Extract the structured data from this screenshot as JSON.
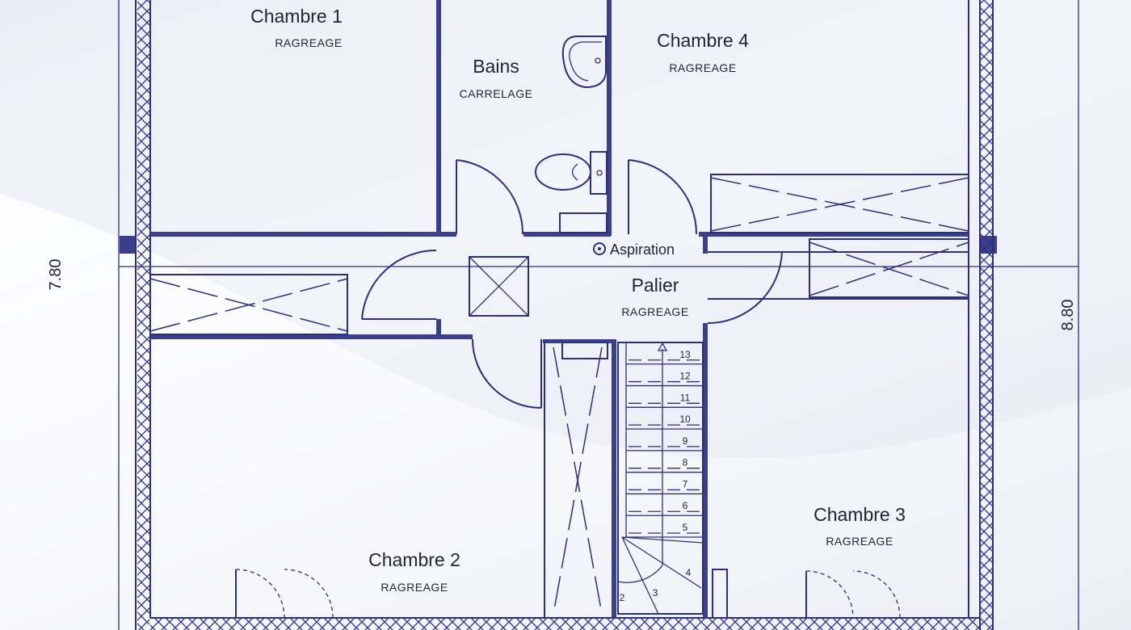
{
  "dimensions": {
    "left": "7.80",
    "right": "8.80"
  },
  "rooms": [
    {
      "name": "Chambre 1",
      "floor": "RAGREAGE"
    },
    {
      "name": "Bains",
      "floor": "CARRELAGE"
    },
    {
      "name": "Chambre 4",
      "floor": "RAGREAGE"
    },
    {
      "name": "Palier",
      "floor": "RAGREAGE"
    },
    {
      "name": "Chambre 2",
      "floor": "RAGREAGE"
    },
    {
      "name": "Chambre 3",
      "floor": "RAGREAGE"
    }
  ],
  "aspiration_label": "Aspiration",
  "stair_steps": [
    "2",
    "3",
    "4",
    "5",
    "6",
    "7",
    "8",
    "9",
    "10",
    "11",
    "12",
    "13"
  ]
}
